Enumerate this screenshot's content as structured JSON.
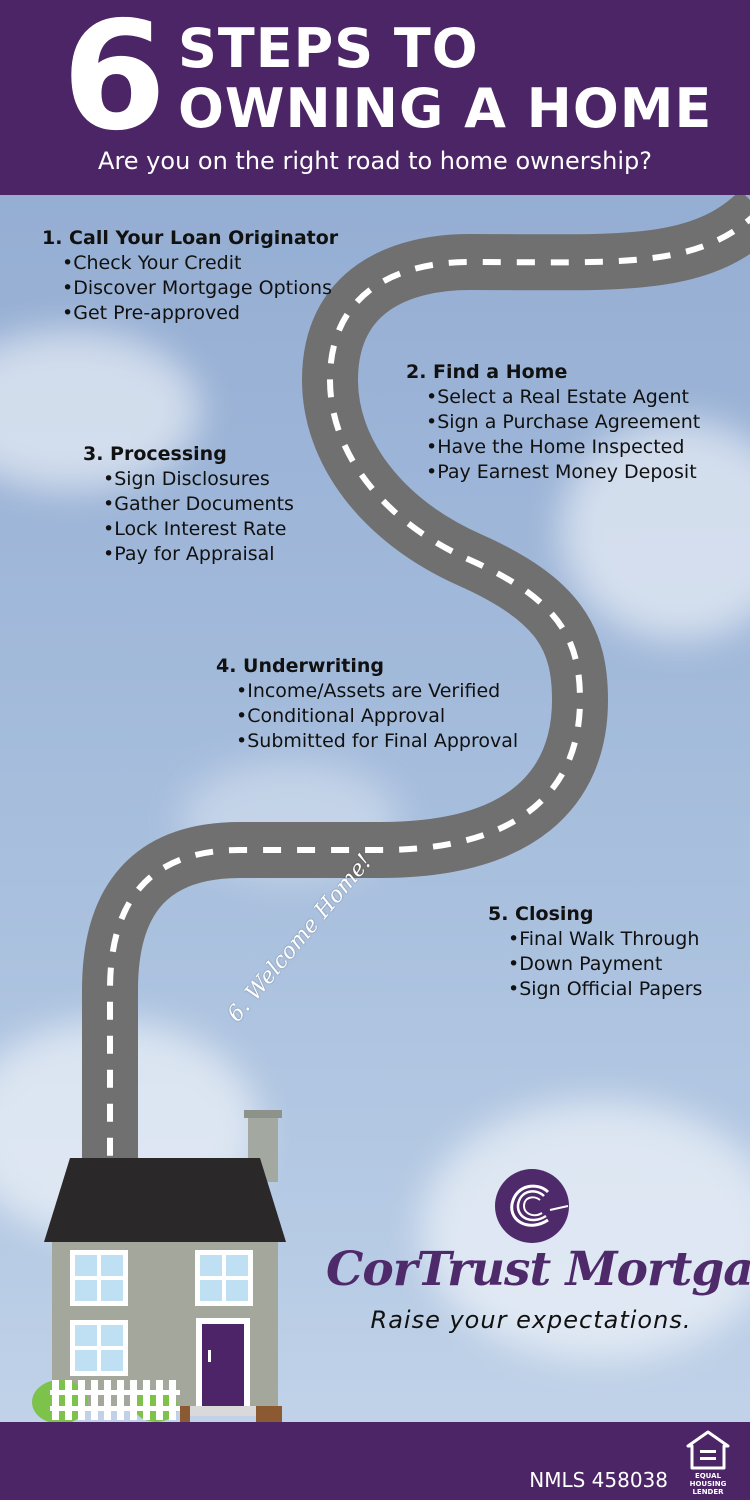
{
  "header": {
    "number": "6",
    "title_line1": "STEPS TO",
    "title_line2": "OWNING A HOME",
    "subtitle": "Are you on the right road to home ownership?"
  },
  "steps": [
    {
      "title": "1. Call Your Loan Originator",
      "items": [
        "Check Your Credit",
        "Discover Mortgage Options",
        "Get Pre-approved"
      ]
    },
    {
      "title": "2. Find a Home",
      "items": [
        "Select a Real Estate Agent",
        "Sign a Purchase Agreement",
        "Have the Home Inspected",
        "Pay Earnest Money Deposit"
      ]
    },
    {
      "title": "3. Processing",
      "items": [
        "Sign Disclosures",
        "Gather Documents",
        "Lock Interest Rate",
        "Pay for Appraisal"
      ]
    },
    {
      "title": "4. Underwriting",
      "items": [
        "Income/Assets are Verified",
        "Conditional Approval",
        "Submitted for Final Approval"
      ]
    },
    {
      "title": "5. Closing",
      "items": [
        "Final Walk Through",
        "Down Payment",
        "Sign Official Papers"
      ]
    }
  ],
  "final_step": "6. Welcome Home!",
  "brand": {
    "name": "CorTrust Mortgage",
    "tagline": "Raise your expectations.",
    "logo_icon": "cortrust-swirl-icon",
    "color": "#4f2a6b"
  },
  "footer": {
    "nmls": "NMLS 458038",
    "ehl_line1": "EQUAL HOUSING",
    "ehl_line2": "LENDER",
    "ehl_icon": "equal-housing-icon"
  },
  "colors": {
    "header_bg": "#4c2566",
    "road": "#707070",
    "road_stripe": "#ffffff",
    "sky": "#9cb4d7"
  }
}
